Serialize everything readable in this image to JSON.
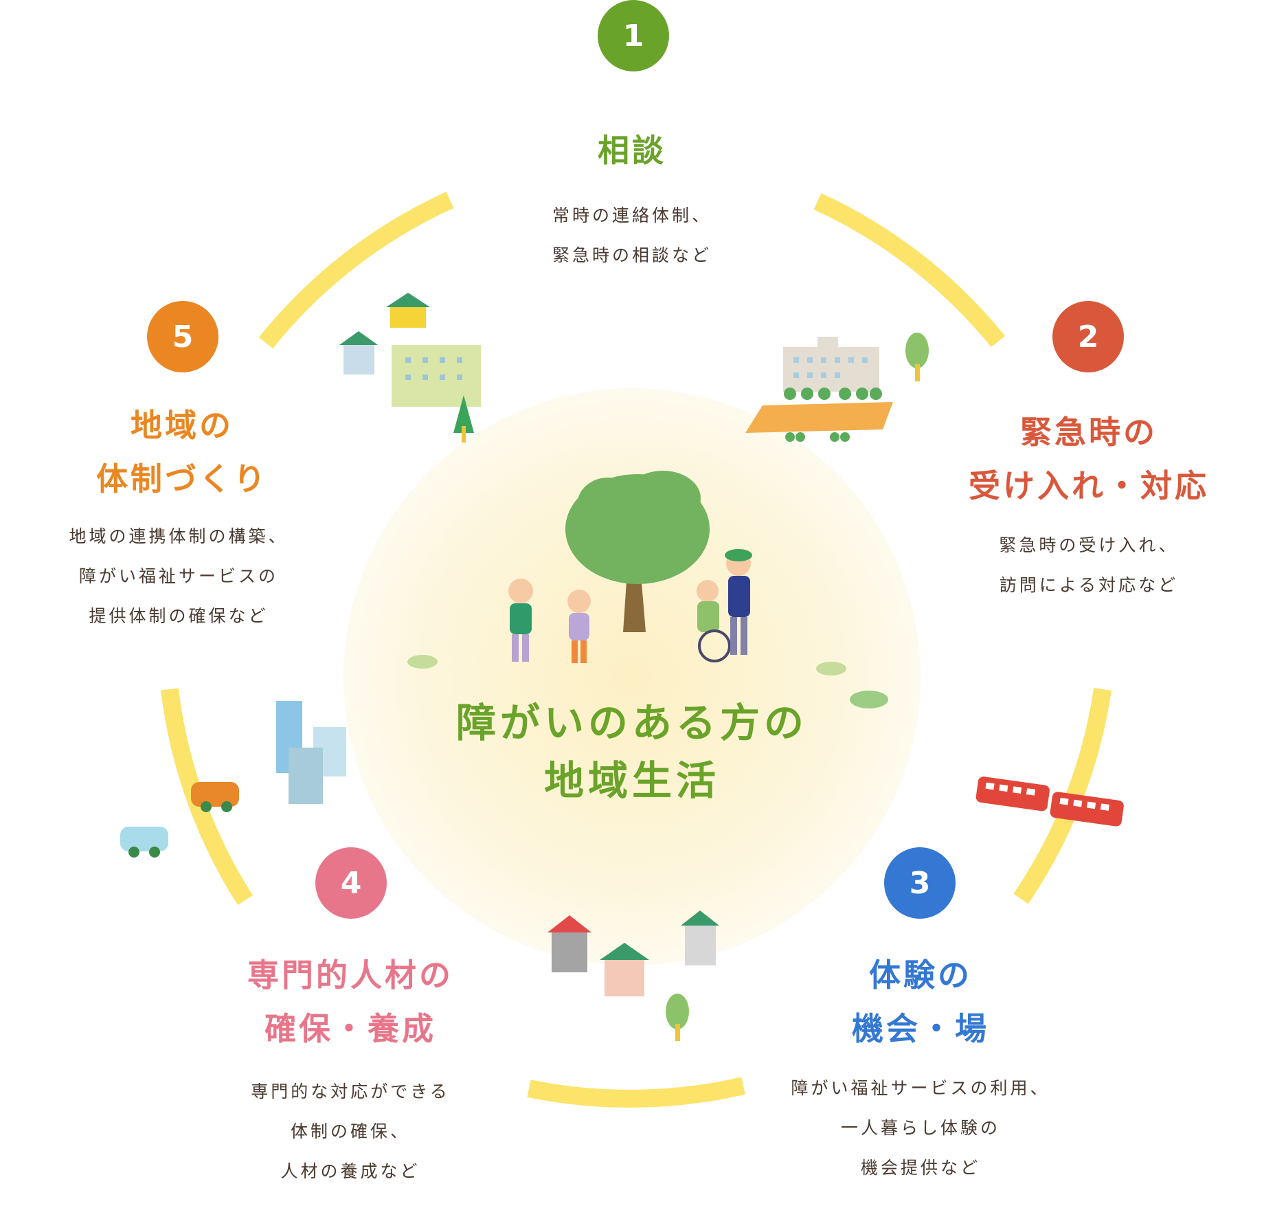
{
  "center": {
    "line1": "障がいのある方の",
    "line2": "地域生活"
  },
  "colors": {
    "ring": "#fce36a",
    "center_glow": "#fdf3cf",
    "green": "#6aa32a",
    "red": "#d9583b",
    "blue": "#3478d4",
    "pink": "#e8768a",
    "orange": "#ea8722",
    "text": "#4a3a30"
  },
  "items": [
    {
      "number": "1",
      "title_lines": [
        "相談"
      ],
      "desc_lines": [
        "常時の連絡体制、",
        "緊急時の相談など"
      ]
    },
    {
      "number": "2",
      "title_lines": [
        "緊急時の",
        "受け入れ・対応"
      ],
      "desc_lines": [
        "緊急時の受け入れ、",
        "訪問による対応など"
      ]
    },
    {
      "number": "3",
      "title_lines": [
        "体験の",
        "機会・場"
      ],
      "desc_lines": [
        "障がい福祉サービスの利用、",
        "一人暮らし体験の",
        "機会提供など"
      ]
    },
    {
      "number": "4",
      "title_lines": [
        "専門的人材の",
        "確保・養成"
      ],
      "desc_lines": [
        "専門的な対応ができる",
        "体制の確保、",
        "人材の養成など"
      ]
    },
    {
      "number": "5",
      "title_lines": [
        "地域の",
        "体制づくり"
      ],
      "desc_lines": [
        "地域の連携体制の構築、",
        "障がい福祉サービスの",
        "提供体制の確保など"
      ]
    }
  ],
  "illustrations": {
    "center_scene": "tree-and-people-icon",
    "top_left": "houses-and-apartment-icon",
    "top_right": "hospital-building-icon",
    "right": "train-icon",
    "bottom": "houses-icon",
    "left": "buildings-and-cars-icon"
  }
}
